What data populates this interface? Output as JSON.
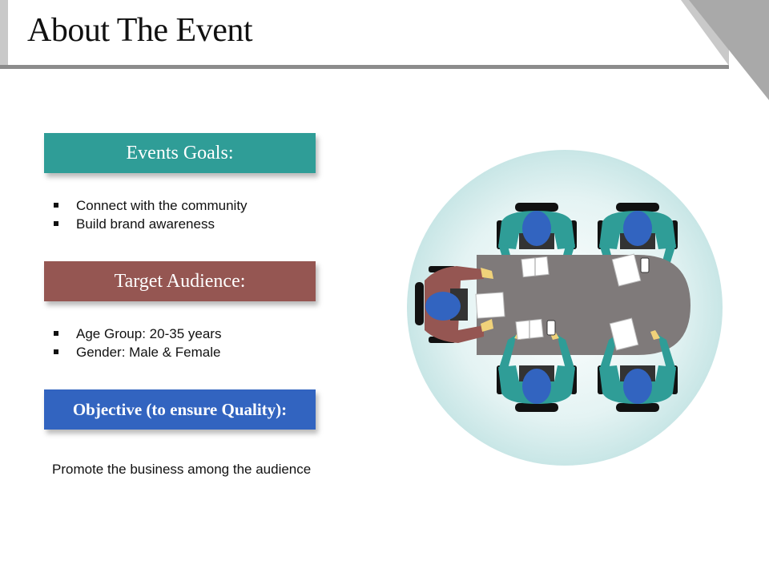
{
  "slide": {
    "title": "About The Event"
  },
  "sections": {
    "goals": {
      "heading": "Events Goals:",
      "items": [
        "Connect with the community",
        "Build brand awareness"
      ]
    },
    "audience": {
      "heading": "Target Audience:",
      "items": [
        "Age Group: 20-35 years",
        "Gender: Male & Female"
      ]
    },
    "objective": {
      "heading": "Objective (to ensure Quality):",
      "text": "Promote the business among the audience"
    }
  },
  "colors": {
    "goals_box": "#2f9d97",
    "audience_box": "#955652",
    "objective_box": "#3264c0",
    "header_bar": "#8c8c8c",
    "circle_bg": "#d5ecec",
    "table": "#7f7a7a",
    "shirt_teal": "#2f9d97",
    "shirt_brown": "#955652",
    "head_blue": "#3264c0"
  },
  "illustration": {
    "icon": "meeting-table-topview-icon",
    "people_count": 5
  }
}
